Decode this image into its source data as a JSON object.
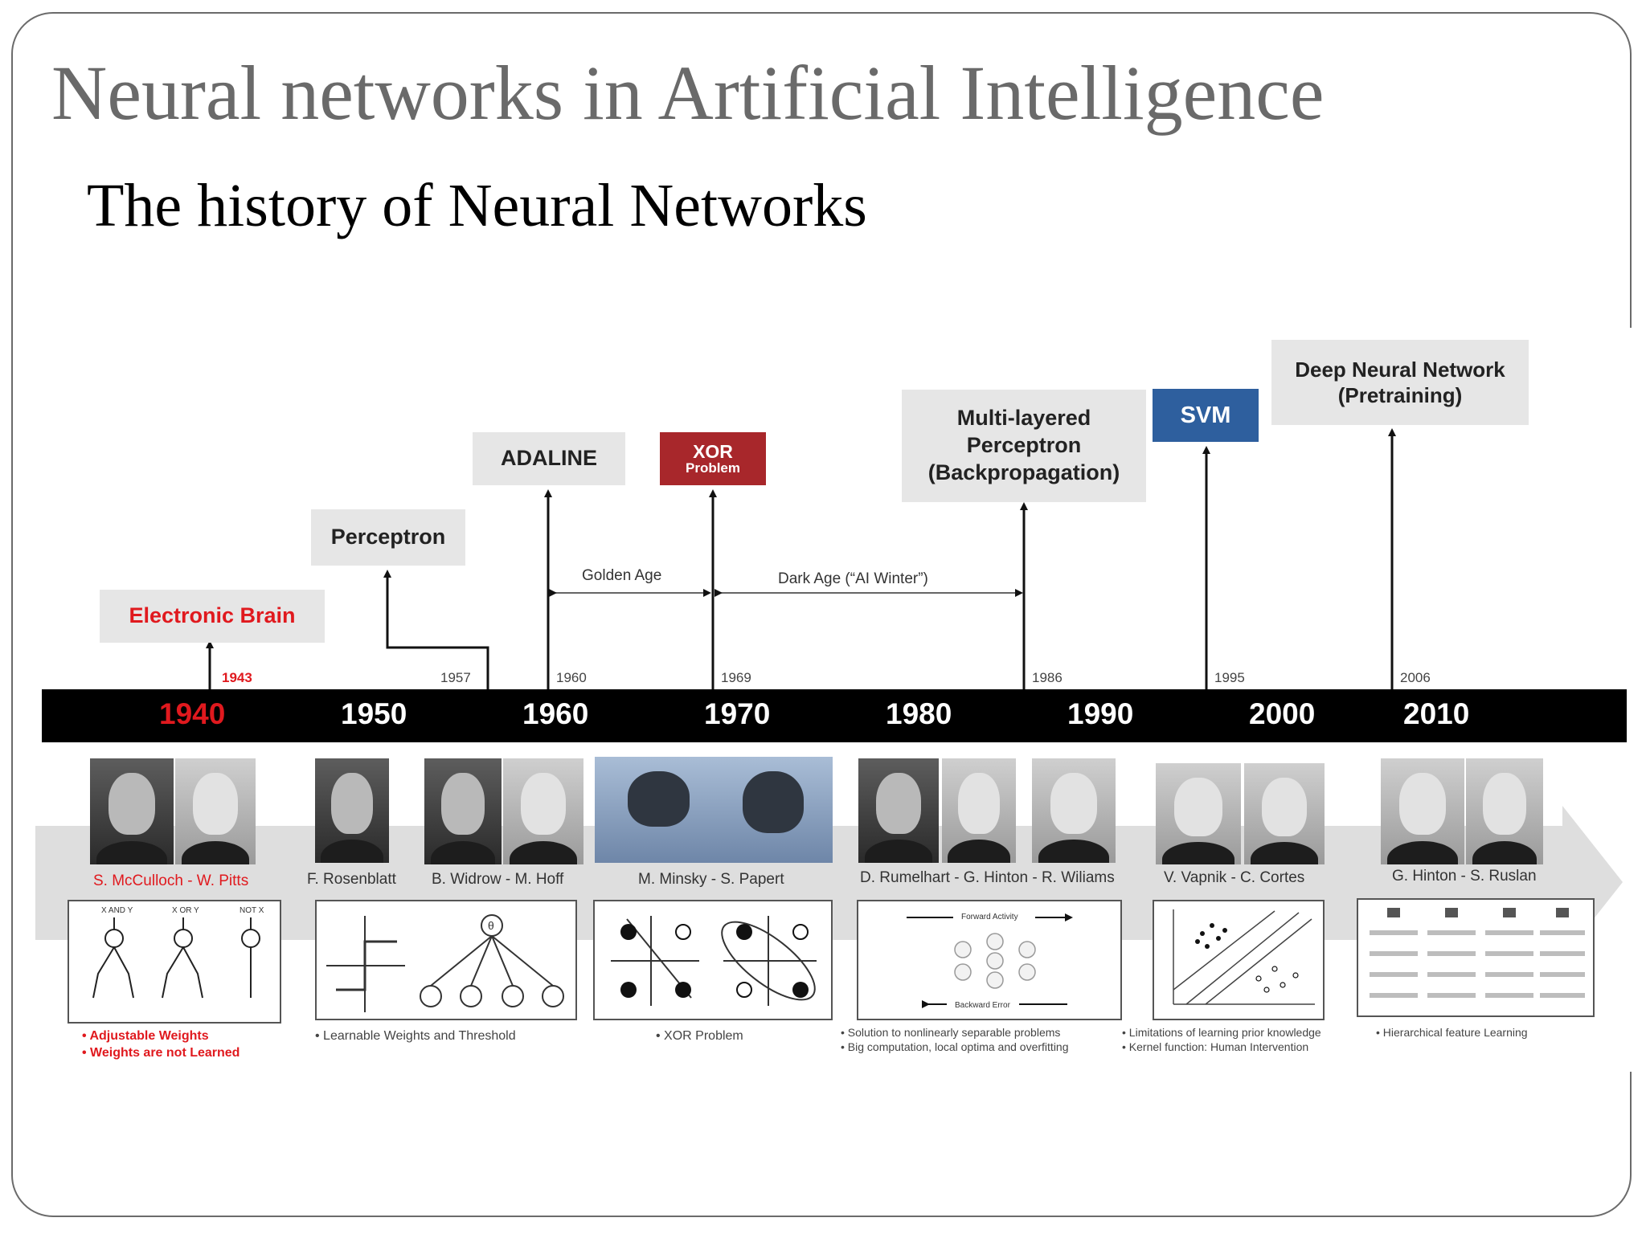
{
  "slide": {
    "title": "Neural networks in Artificial Intelligence",
    "subtitle": "The history of Neural Networks"
  },
  "timeline": {
    "decades": [
      "1940",
      "1950",
      "1960",
      "1970",
      "1980",
      "1990",
      "2000",
      "2010"
    ],
    "events": [
      {
        "year": "1943",
        "label": "Electronic Brain"
      },
      {
        "year": "1957",
        "label": "Perceptron"
      },
      {
        "year": "1960",
        "label": "ADALINE"
      },
      {
        "year": "1969",
        "label": "XOR",
        "sublabel": "Problem"
      },
      {
        "year": "1986",
        "label": "Multi-layered\nPerceptron\n(Backpropagation)"
      },
      {
        "year": "1995",
        "label": "SVM"
      },
      {
        "year": "2006",
        "label": "Deep Neural Network\n(Pretraining)"
      }
    ],
    "ages": {
      "golden": "Golden Age",
      "dark": "Dark Age (“AI Winter”)"
    },
    "colors": {
      "red": "#e0191e",
      "xor_box": "#a8272b",
      "svm_box": "#2e5f9e",
      "grey_box": "#e6e6e6"
    }
  },
  "people": [
    {
      "names": "S. McCulloch - W. Pitts"
    },
    {
      "names": "F. Rosenblatt"
    },
    {
      "names": "B. Widrow - M. Hoff"
    },
    {
      "names": "M. Minsky - S. Papert"
    },
    {
      "names": "D. Rumelhart - G. Hinton - R. Wiliams"
    },
    {
      "names": "V. Vapnik - C. Cortes"
    },
    {
      "names": "G. Hinton - S. Ruslan"
    }
  ],
  "panels": {
    "p1_labels": [
      "X AND Y",
      "X OR Y",
      "NOT X"
    ],
    "p3_title": "Forward Activity",
    "p3_bottom": "Backward Error"
  },
  "notes": [
    {
      "lines": [
        "• Adjustable Weights",
        "• Weights are not Learned"
      ]
    },
    {
      "lines": [
        "• Learnable Weights  and Threshold"
      ]
    },
    {
      "lines": [
        "• XOR Problem"
      ]
    },
    {
      "lines": [
        "• Solution to nonlinearly separable problems",
        "• Big computation, local optima and overfitting"
      ]
    },
    {
      "lines": [
        "• Limitations of learning prior knowledge",
        "• Kernel function: Human Intervention"
      ]
    },
    {
      "lines": [
        "• Hierarchical feature Learning"
      ]
    }
  ]
}
